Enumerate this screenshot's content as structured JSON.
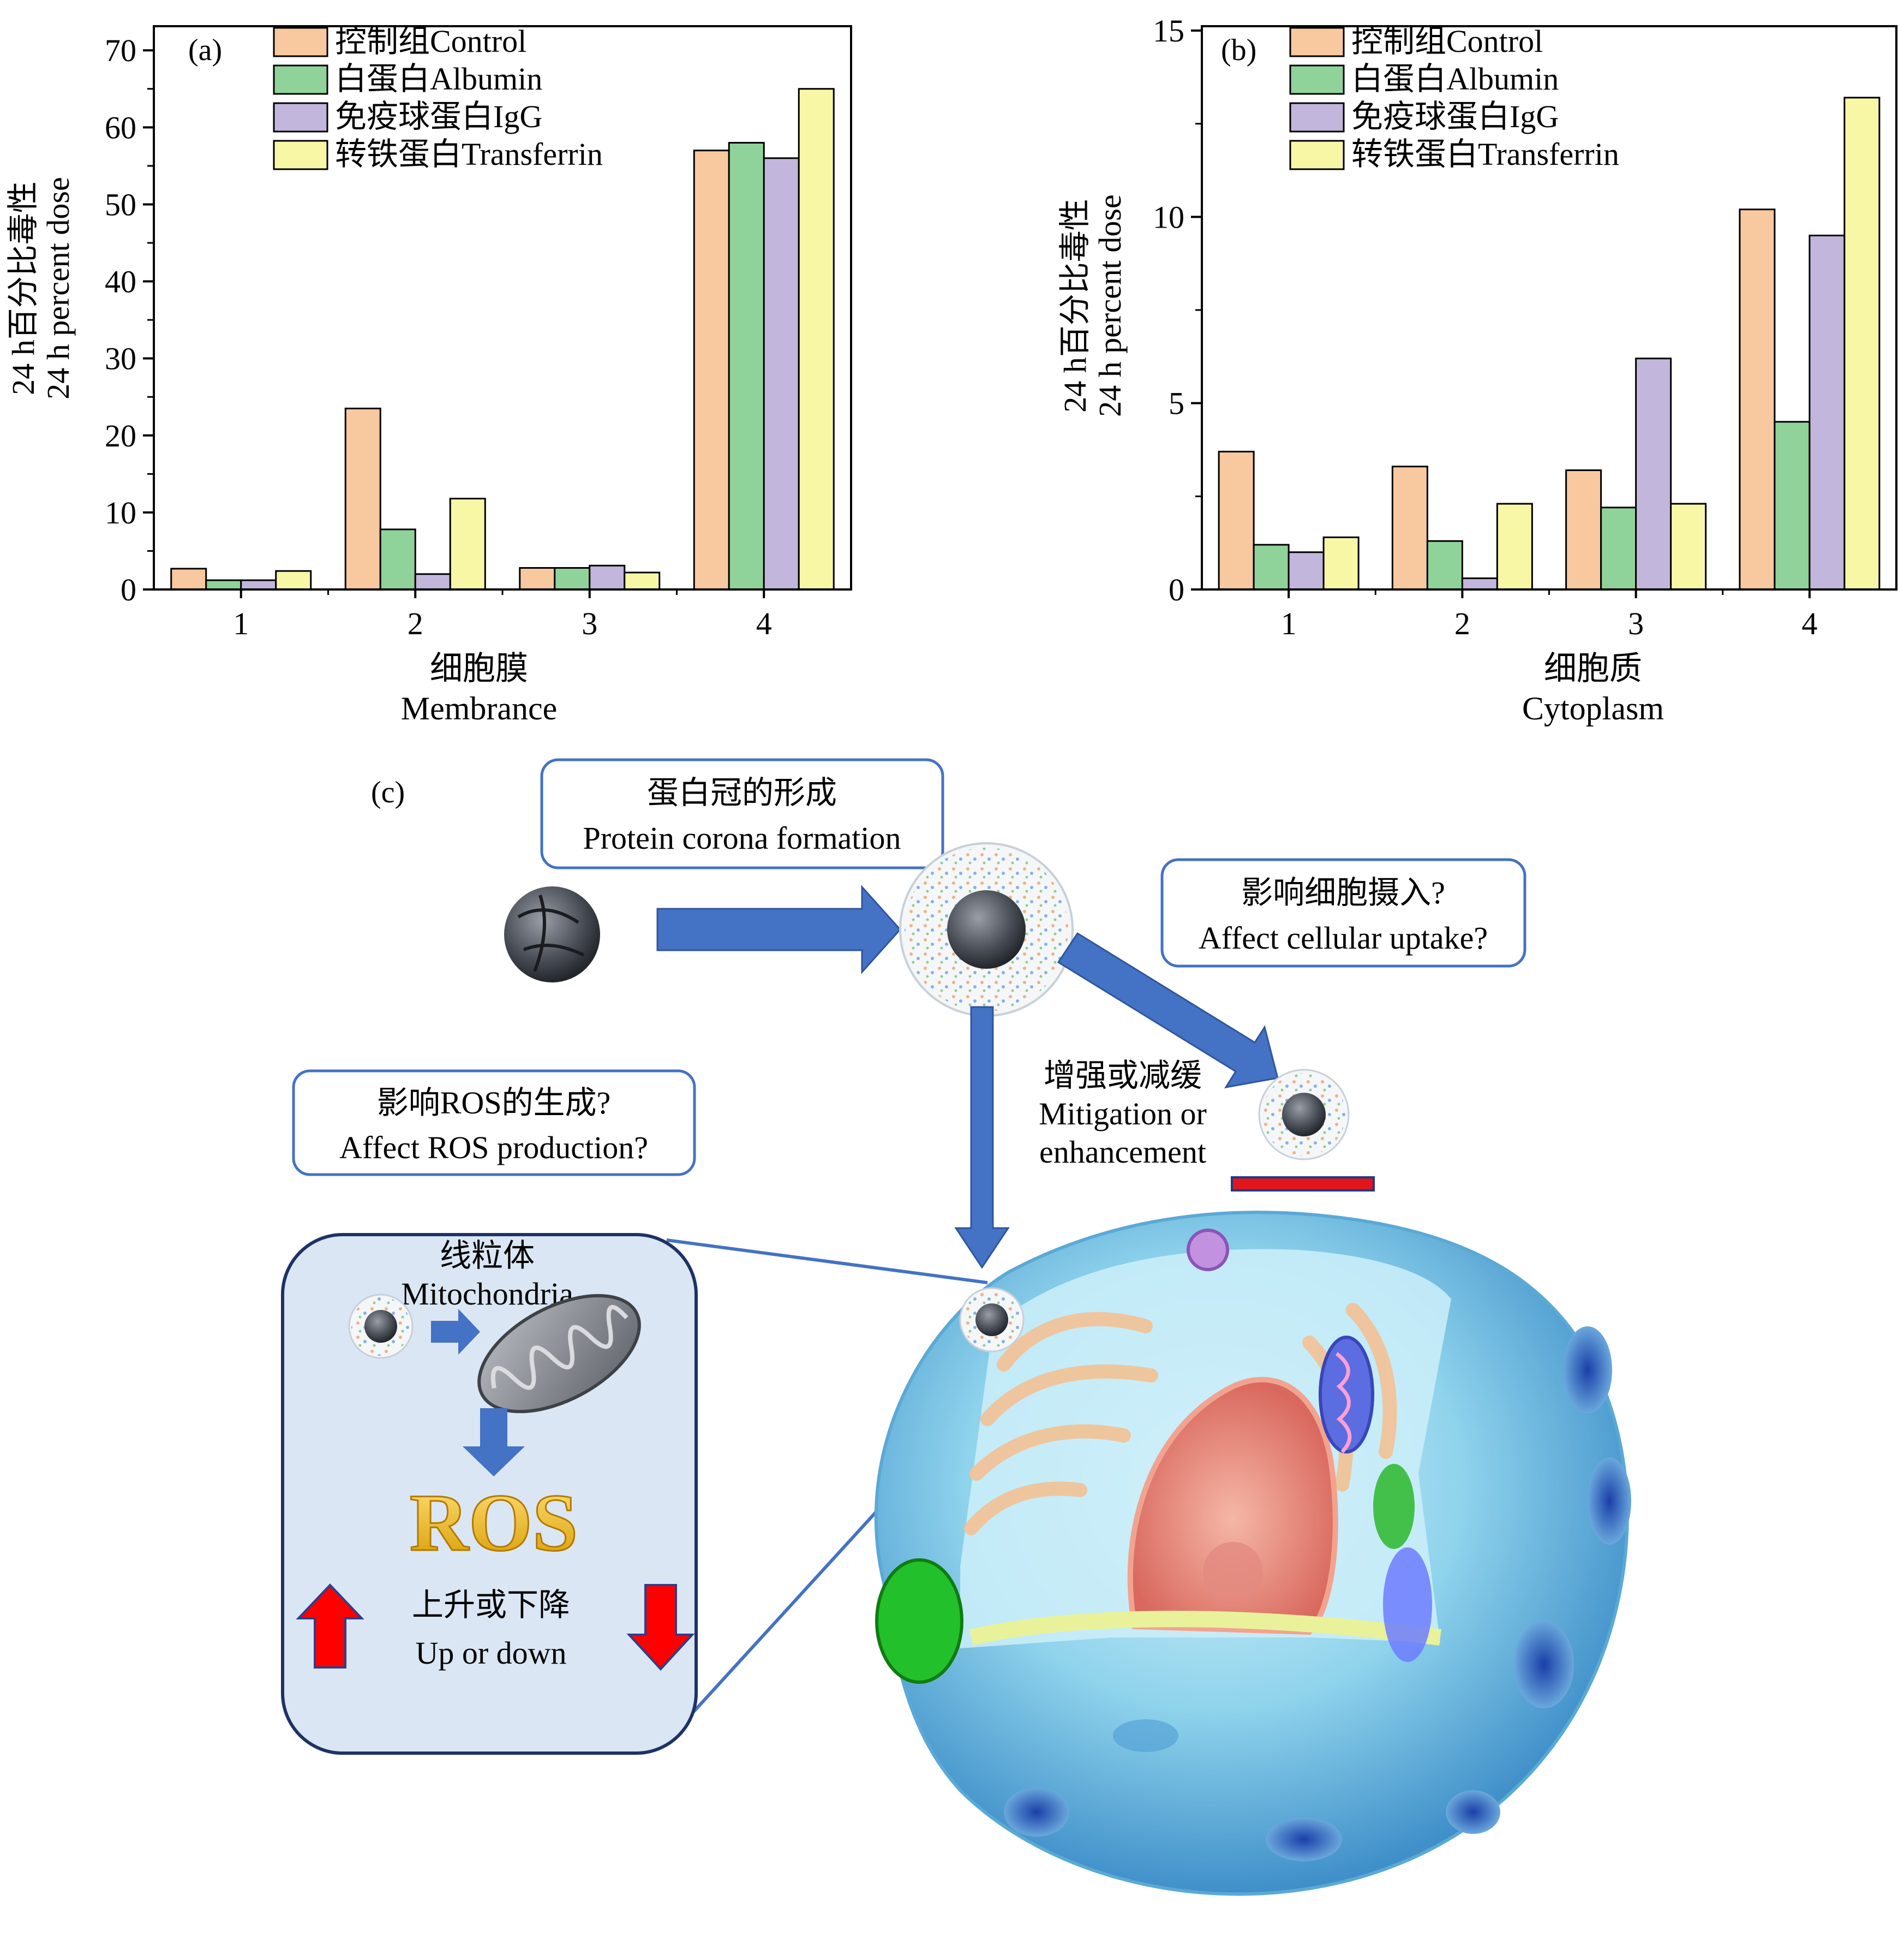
{
  "chart_data": [
    {
      "panel_label": "(a)",
      "type": "bar",
      "categories": [
        "1",
        "2",
        "3",
        "4"
      ],
      "ylabel_cn": "24 h百分比毒性",
      "ylabel_en": "24 h percent dose",
      "xlabel_cn": "细胞膜",
      "xlabel_en": "Membrance",
      "ylim": [
        0,
        72
      ],
      "yticks": [
        "0",
        "10",
        "20",
        "30",
        "40",
        "50",
        "60",
        "70"
      ],
      "series": [
        {
          "name": "控制组Control",
          "color": "#f8c89e",
          "values": [
            2.7,
            23.5,
            2.8,
            57
          ]
        },
        {
          "name": "白蛋白Albumin",
          "color": "#90d39a",
          "values": [
            1.2,
            7.8,
            2.8,
            58
          ]
        },
        {
          "name": "免疫球蛋白IgG",
          "color": "#c2b6dc",
          "values": [
            1.2,
            2.0,
            3.1,
            56
          ]
        },
        {
          "name": "转铁蛋白Transferrin",
          "color": "#f7f7a6",
          "values": [
            2.4,
            11.8,
            2.2,
            65
          ]
        }
      ]
    },
    {
      "panel_label": "(b)",
      "type": "bar",
      "categories": [
        "1",
        "2",
        "3",
        "4"
      ],
      "ylabel_cn": "24 h百分比毒性",
      "ylabel_en": "24 h percent dose",
      "xlabel_cn": "细胞质",
      "xlabel_en": "Cytoplasm",
      "ylim": [
        0,
        15
      ],
      "yticks": [
        "0",
        "5",
        "10",
        "15"
      ],
      "series": [
        {
          "name": "控制组Control",
          "color": "#f8c89e",
          "values": [
            3.7,
            3.3,
            3.2,
            10.2
          ]
        },
        {
          "name": "白蛋白Albumin",
          "color": "#90d39a",
          "values": [
            1.2,
            1.3,
            2.2,
            4.5
          ]
        },
        {
          "name": "免疫球蛋白IgG",
          "color": "#c2b6dc",
          "values": [
            1.0,
            0.3,
            6.2,
            9.5
          ]
        },
        {
          "name": "转铁蛋白Transferrin",
          "color": "#f7f7a6",
          "values": [
            1.4,
            2.3,
            2.3,
            13.2
          ]
        }
      ]
    }
  ],
  "diagram": {
    "panel_label": "(c)",
    "corona_cn": "蛋白冠的形成",
    "corona_en": "Protein corona formation",
    "uptake_cn": "影响细胞摄入?",
    "uptake_en": "Affect cellular uptake?",
    "ros_q_cn": "影响ROS的生成?",
    "ros_q_en": "Affect ROS production?",
    "mitig_cn": "增强或减缓",
    "mitig_en1": "Mitigation or",
    "mitig_en2": "enhancement",
    "mito_cn": "线粒体",
    "mito_en": "Mitochondria",
    "ros": "ROS",
    "updown_cn": "上升或下降",
    "updown_en": "Up or down"
  }
}
